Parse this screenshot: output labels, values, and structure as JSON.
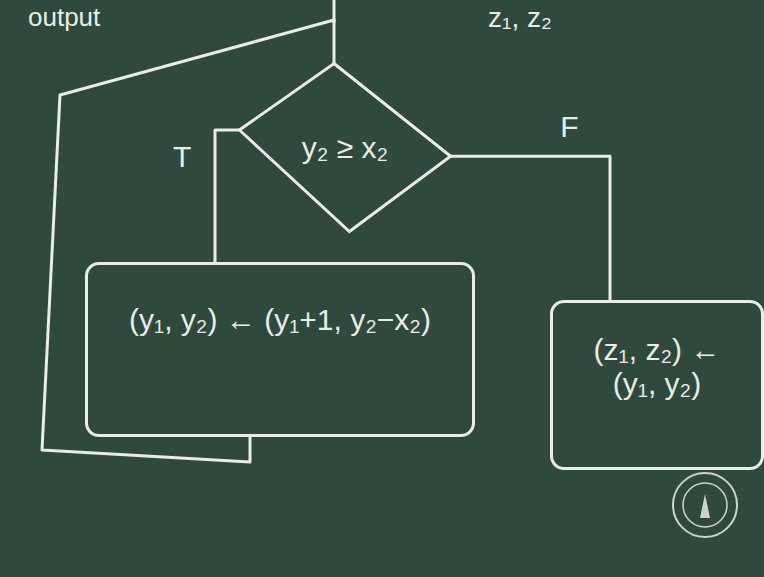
{
  "diagram": {
    "nodes": [
      {
        "text": [
          "y₂ ≥ x₂"
        ]
      },
      {
        "text": [
          "(y₁, y₂) ← (y₁+1, y₂−x₂)"
        ]
      },
      {
        "text": [
          "(z₁, z₂) ← (y₁, y₂)"
        ]
      }
    ],
    "edges": [
      {
        "from": 0,
        "to": 1,
        "label": "T",
        "arrow": "none"
      },
      {
        "from": 0,
        "to": 2,
        "label": "F",
        "arrow": "none"
      },
      {
        "from": 1,
        "to": 0,
        "arrow": "none"
      }
    ],
    "labels": [
      "output",
      "z₁, z₂"
    ]
  }
}
